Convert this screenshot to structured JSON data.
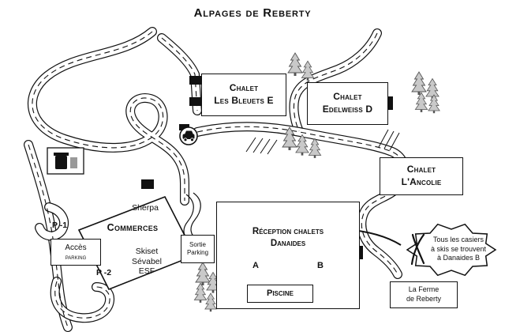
{
  "title": "Alpages de Reberty",
  "colors": {
    "ink": "#111111",
    "tree_fill": "#c9c9c9"
  },
  "chalets": {
    "bleuets": {
      "line1": "Chalet",
      "line2": "Les Bleuets E"
    },
    "edelweiss": {
      "line1": "Chalet",
      "line2": "Edelweiss D"
    },
    "ancolie": {
      "line1": "Chalet",
      "line2": "L'Ancolie"
    }
  },
  "reception": {
    "line1": "Réception chalets",
    "line2": "Danaides",
    "unit_a": "A",
    "unit_b": "B"
  },
  "piscine": {
    "label": "Piscine"
  },
  "ferme": {
    "line1": "La Ferme",
    "line2": "de Reberty"
  },
  "parking": {
    "acces_line1": "Accès",
    "acces_line2": "parking",
    "sortie_line1": "Sortie",
    "sortie_line2": "Parking",
    "level_1": "P -1",
    "level_2": "P -2"
  },
  "commerces": {
    "sherpa": "Sherpa",
    "title": "Commerces",
    "skiset": "Skiset",
    "sevabel": "Sévabel",
    "esf": "ESF"
  },
  "bubble": {
    "line1": "Tous les casiers",
    "line2": "à skis se trouvent",
    "line3": "à Danaides B"
  },
  "icons": {
    "trash": "trash-icon",
    "car": "car-icon",
    "skis": "crossed-skis-icon",
    "tree": "fir-tree-icon"
  }
}
